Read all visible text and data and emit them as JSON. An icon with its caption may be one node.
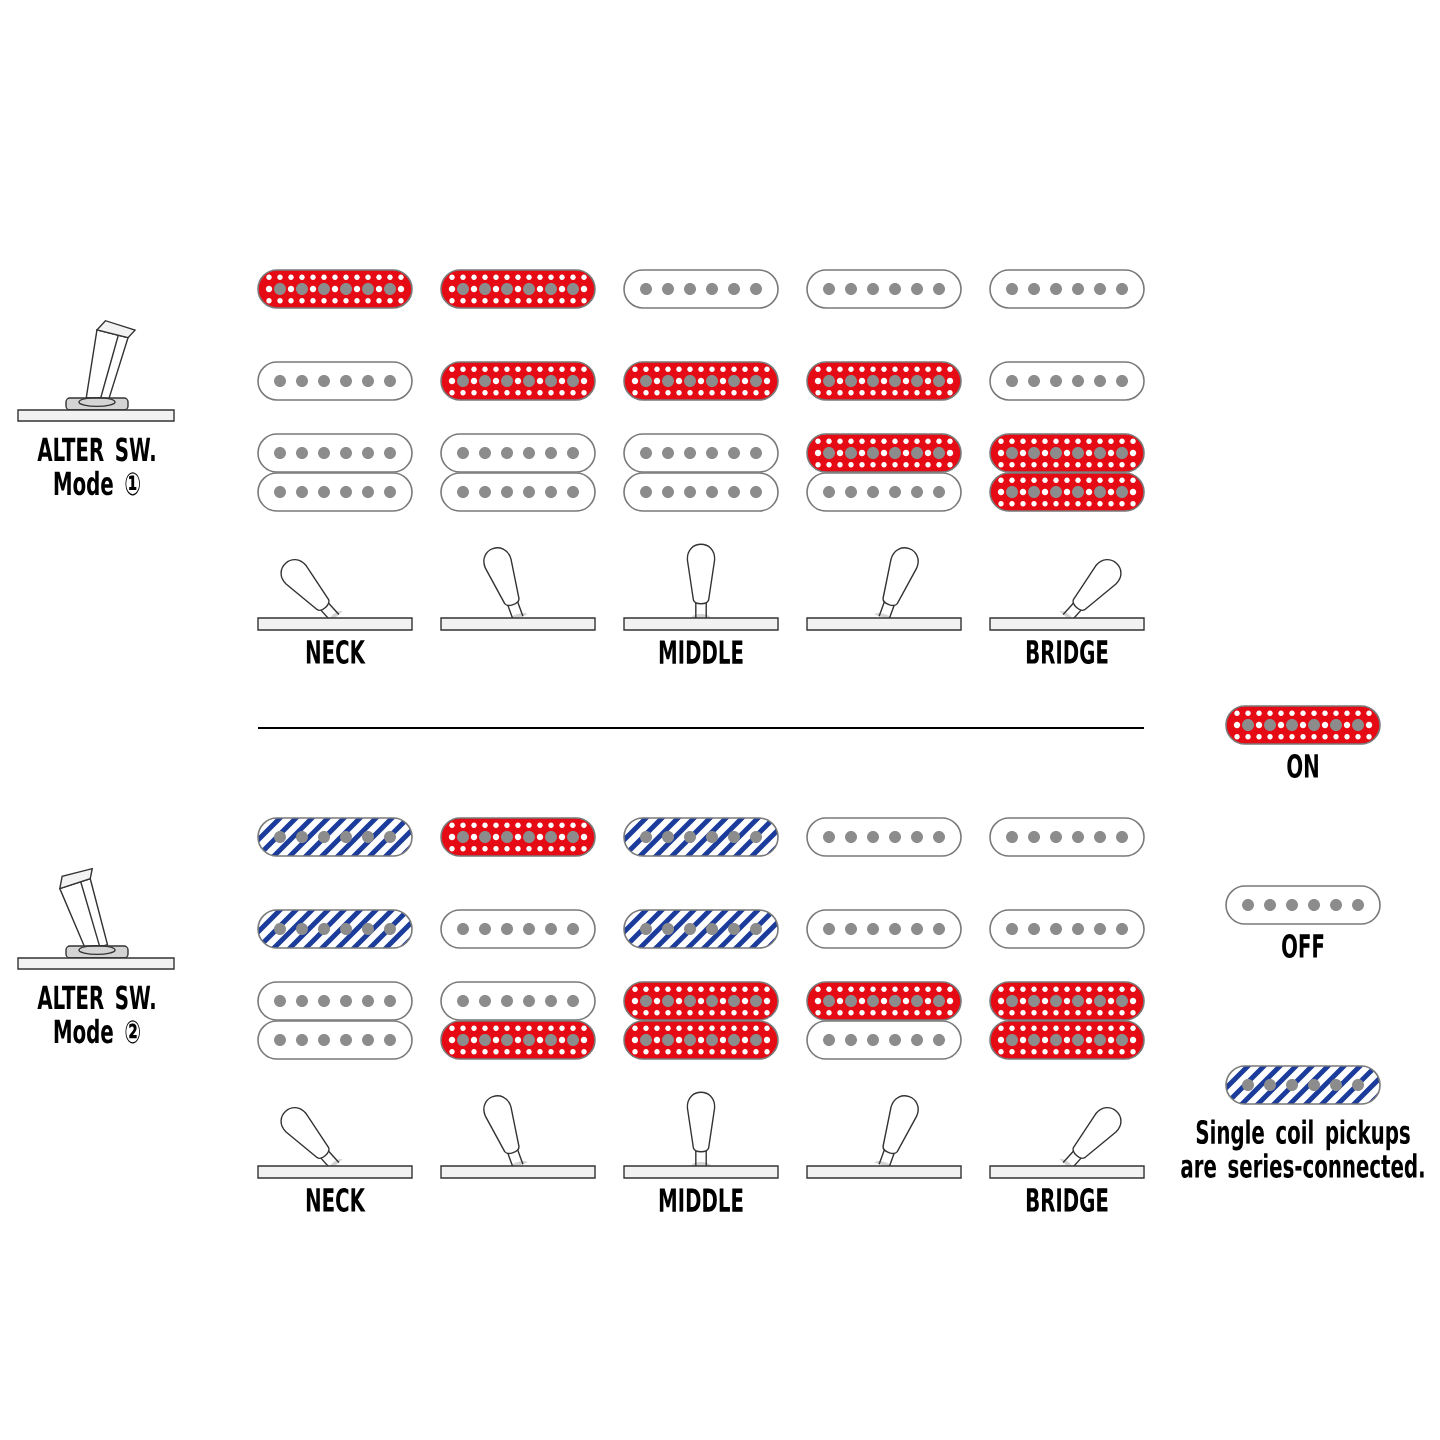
{
  "diagram": {
    "labels": [
      "ALTER SW. Mode ①",
      "NECK",
      "MIDDLE",
      "BRIDGE",
      "ALTER SW. Mode ②",
      "NECK",
      "MIDDLE",
      "BRIDGE"
    ],
    "legend": [
      {
        "text": "ON"
      },
      {
        "text": "OFF"
      },
      {
        "text": "Single coil pickups are series-connected."
      }
    ]
  }
}
